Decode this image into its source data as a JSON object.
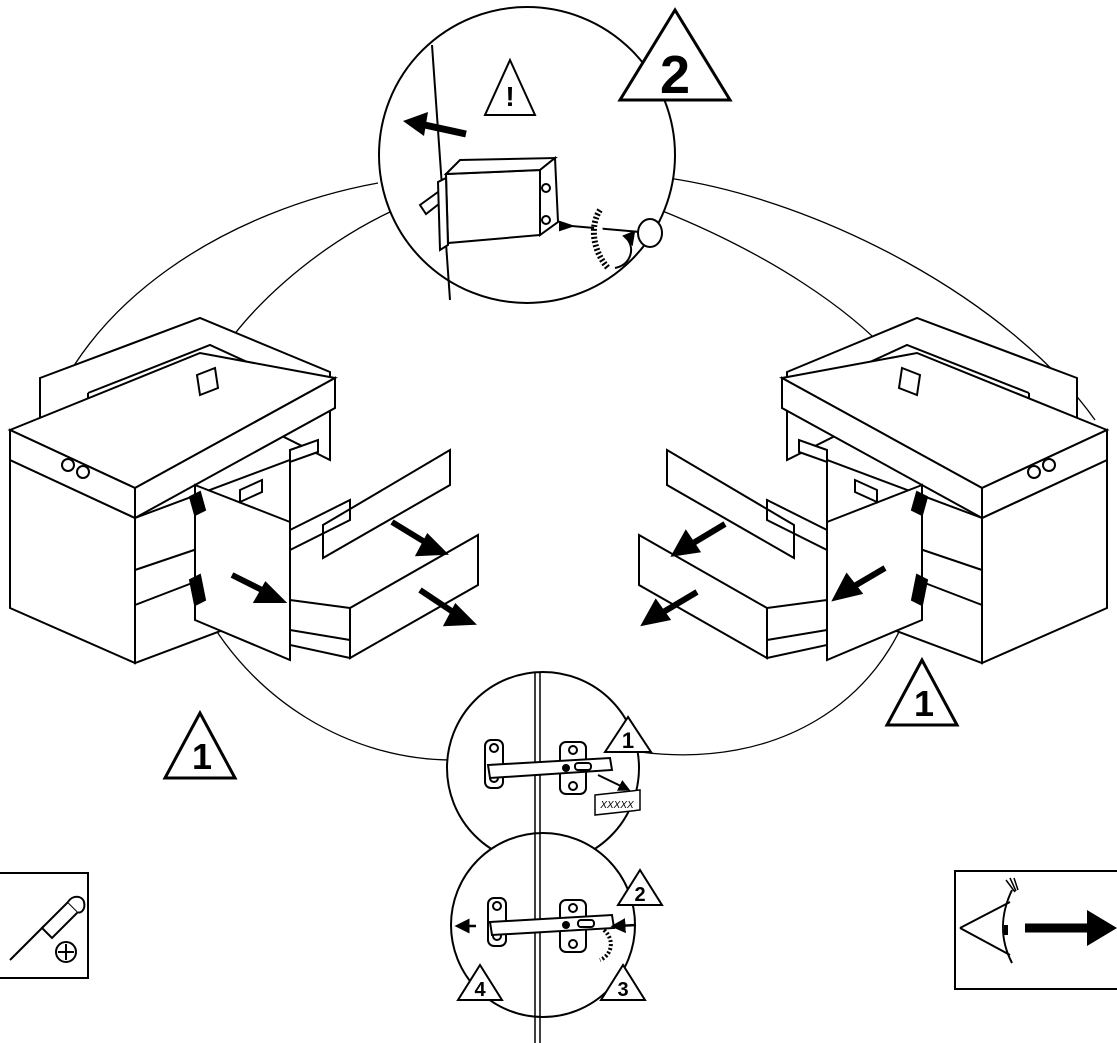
{
  "steps": {
    "big_step": "2",
    "left_step": "1",
    "right_step": "1",
    "hinge_top_step": "1",
    "hinge_bottom_steps": [
      "2",
      "3",
      "4"
    ]
  },
  "hinge_label": "XXXXX",
  "warning_symbol": "!",
  "icons": {
    "tool": "phillips-screwdriver-icon",
    "view": "eye-direction-icon",
    "warning": "warning-triangle-icon"
  },
  "colors": {
    "line": "#000000",
    "background": "#ffffff"
  }
}
